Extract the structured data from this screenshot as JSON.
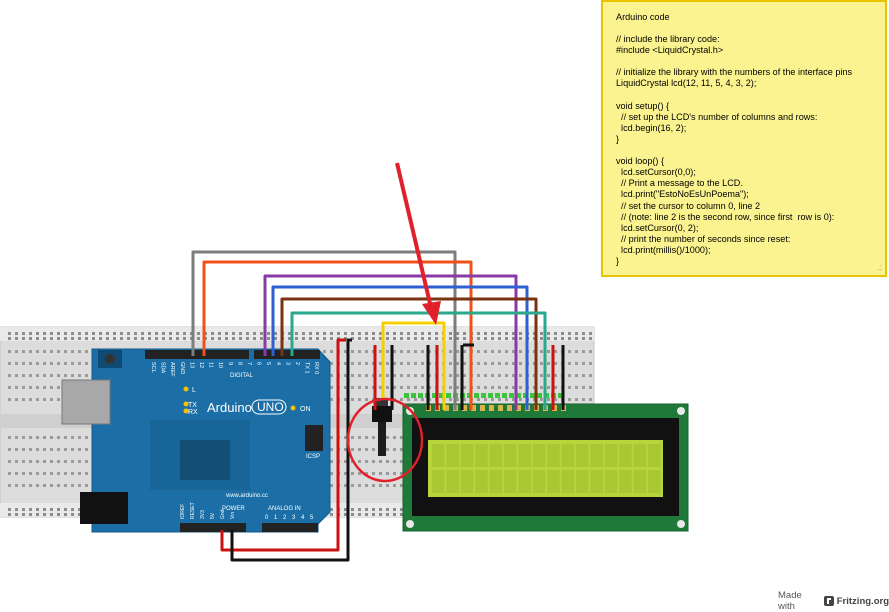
{
  "note": {
    "title": "Arduino code",
    "code": "// include the library code:\n#include <LiquidCrystal.h>\n\n// initialize the library with the numbers of the interface pins\nLiquidCrystal lcd(12, 11, 5, 4, 3, 2);\n\nvoid setup() {\n  // set up the LCD's number of columns and rows:\n  lcd.begin(16, 2);\n}\n\nvoid loop() {\n  lcd.setCursor(0,0);\n  // Print a message to the LCD.\n  lcd.print(\"EstoNoEsUnPoema\");\n  // set the cursor to column 0, line 2\n  // (note: line 2 is the second row, since first  row is 0):\n  lcd.setCursor(0, 2);\n  // print the number of seconds since reset:\n  lcd.print(millis()/1000);\n}"
  },
  "arduino": {
    "brand": "Arduino",
    "model": "UNO",
    "url": "www.arduino.cc",
    "digital_label": "DIGITAL",
    "on_label": "ON",
    "l_label": "L",
    "tx_label": "TX",
    "rx_label": "RX",
    "icsp_label": "ICSP",
    "power_label": "POWER",
    "analog_label": "ANALOG IN",
    "header_top_labels": [
      "SCL",
      "SDA",
      "AREF",
      "GND",
      "13",
      "12",
      "11",
      "10",
      "9",
      "8",
      "7",
      "6",
      "5",
      "4",
      "3",
      "2",
      "TX 1",
      "RX 0"
    ],
    "power_pins": [
      "IOREF",
      "RESET",
      "3V3",
      "5V",
      "Gnd",
      "Vin"
    ],
    "analog_pins": [
      "0",
      "1",
      "2",
      "3",
      "4",
      "5"
    ]
  },
  "credit": {
    "prefix": "Made with",
    "brand": "Fritzing.org"
  },
  "colors": {
    "board": "#1b6fa6",
    "breadboard": "#dedede",
    "lcd_pcb": "#1f7a3a",
    "lcd_screen": "#b8d43a",
    "highlight": "#e0202a",
    "note_bg": "#fbf38f"
  }
}
